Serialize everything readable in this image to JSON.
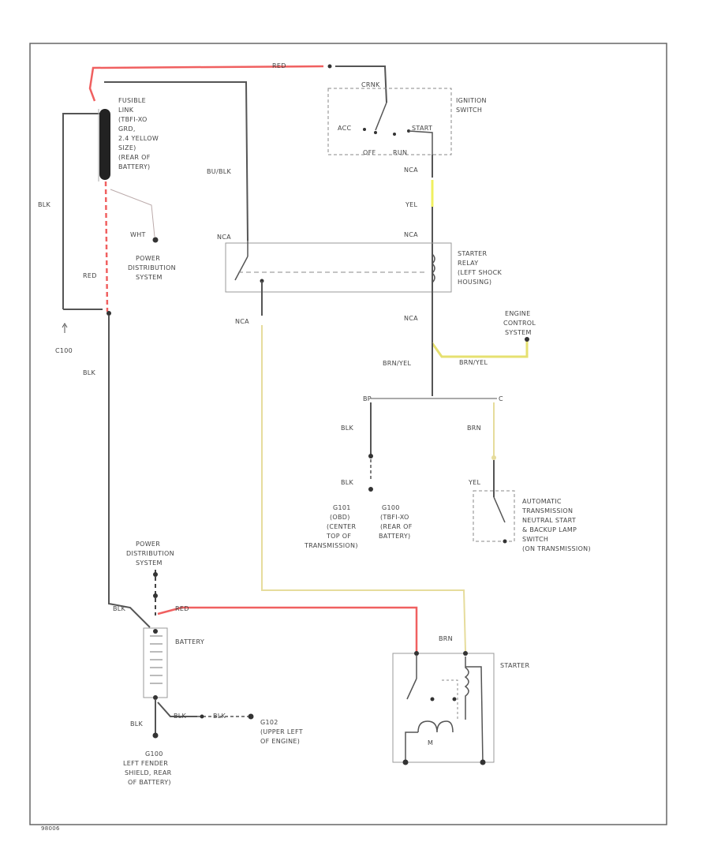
{
  "colors": {
    "red_wire": "#f06060",
    "black_wire": "#555555",
    "yellow_wire": "#e6dc9c",
    "bright_yellow_wire": "#f0f060"
  },
  "wires": {
    "red_top": "RED",
    "blk_left": "BLK",
    "red_left": "RED",
    "blk_lower": "BLK",
    "bu_blk": "BU/BLK",
    "wht": "WHT",
    "yel": "YEL",
    "brn_yel_1": "BRN/YEL",
    "brn_yel_2": "BRN/YEL",
    "blk_mid": "BLK",
    "blk_mid2": "BLK",
    "brn": "BRN",
    "yel_switch": "YEL",
    "brn_starter": "BRN",
    "blk_batt": "BLK",
    "red_batt": "RED",
    "blk_ground": "BLK",
    "blk_eng_1": "BLK",
    "blk_eng_2": "BLK"
  },
  "connectors": {
    "nca_1": "NCA",
    "nca_2": "NCA",
    "nca_3": "NCA",
    "nca_4": "NCA",
    "nca_5": "NCA",
    "c100": "C100",
    "bp": "BP",
    "c": "C"
  },
  "components": {
    "fusible_link": [
      "FUSIBLE",
      "LINK",
      "(TBFI-XO",
      "GRD,",
      "2.4 YELLOW",
      "SIZE)",
      "(REAR OF",
      "BATTERY)"
    ],
    "power_dist_1": [
      "POWER",
      "DISTRIBUTION",
      "SYSTEM"
    ],
    "ignition_switch": [
      "IGNITION",
      "SWITCH"
    ],
    "ign_positions": {
      "crank": "CRNK",
      "acc": "ACC",
      "start": "START",
      "off": "OFF",
      "run": "RUN"
    },
    "starter_relay": [
      "STARTER",
      "RELAY",
      "(LEFT SHOCK",
      "HOUSING)"
    ],
    "engine_control": [
      "ENGINE",
      "CONTROL",
      "SYSTEM"
    ],
    "g101": [
      "G101",
      "(OBD)",
      "(CENTER",
      "TOP OF",
      "TRANSMISSION)"
    ],
    "g100_grd": [
      "G100",
      "(TBFI-XO",
      "(REAR OF",
      "BATTERY)"
    ],
    "auto_trans": [
      "AUTOMATIC",
      "TRANSMISSION",
      "NEUTRAL START",
      "& BACKUP LAMP",
      "SWITCH",
      "(ON TRANSMISSION)"
    ],
    "power_dist_2": [
      "POWER",
      "DISTRIBUTION",
      "SYSTEM"
    ],
    "battery": "BATTERY",
    "starter": "STARTER",
    "motor": "M",
    "g100_fender": [
      "G100",
      "LEFT FENDER",
      "SHIELD, REAR",
      "OF BATTERY)"
    ],
    "g102": [
      "G102",
      "(UPPER LEFT",
      "OF ENGINE)"
    ]
  },
  "footer_code": "98006"
}
